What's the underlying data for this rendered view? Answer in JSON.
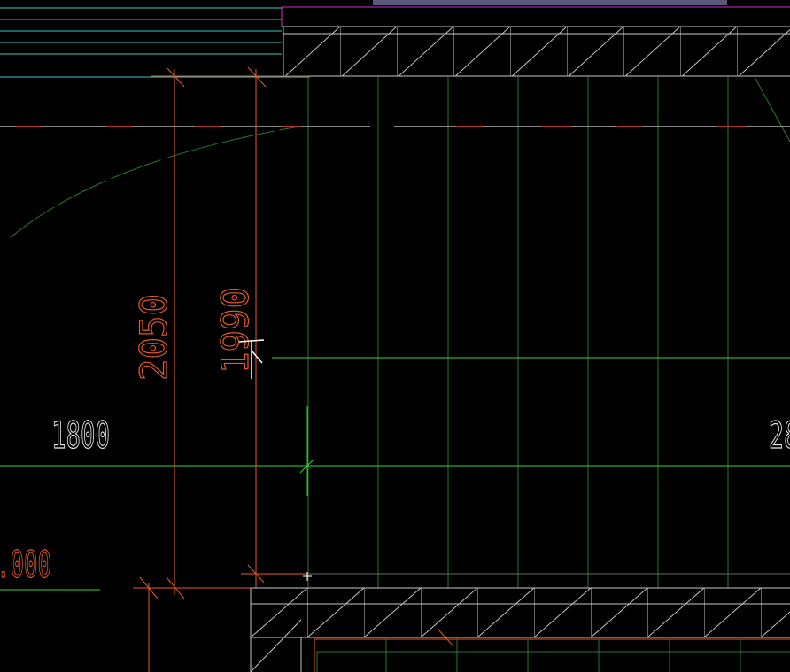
{
  "drawing": {
    "background": "#000000",
    "colors": {
      "cyan": "#37c8c8",
      "magenta": "#c832c8",
      "white": "#c8c8c8",
      "red_orange": "#e35a28",
      "green_bright": "#3cd23c",
      "green_dark": "#2a7a2a",
      "red_dash": "#c8281e",
      "grey_band": "#5a5a78"
    },
    "dimensions": [
      {
        "label": "2050"
      },
      {
        "label": "1990"
      },
      {
        "label": "1800"
      },
      {
        "label": "28"
      },
      {
        "label": ".000"
      }
    ],
    "cursor": {
      "icon": "crosshair-cursor-icon"
    }
  }
}
